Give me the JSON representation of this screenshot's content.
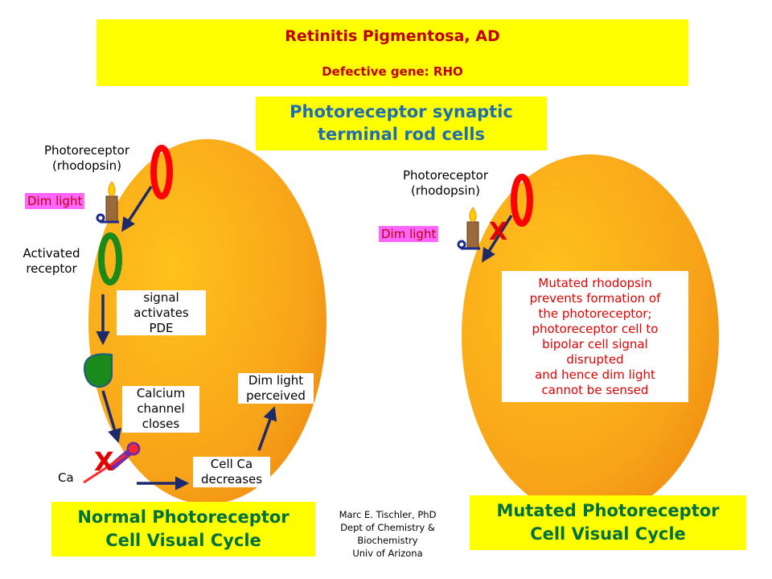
{
  "title": "Retinitis Pigmentosa, AD",
  "subtitle": "Defective gene: RHO",
  "header": [
    "Photoreceptor synaptic",
    "terminal rod cells"
  ],
  "normal": {
    "photoreceptor_label": [
      "Photoreceptor",
      "(rhodopsin)"
    ],
    "dim_light": "Dim light",
    "activated_label": [
      "Activated",
      "receptor"
    ],
    "signal_note": [
      "signal",
      "activates",
      "PDE"
    ],
    "calcium_note": [
      "Calcium",
      "channel",
      "closes"
    ],
    "ca_label": "Ca",
    "cell_ca_note": [
      "Cell Ca",
      "decreases"
    ],
    "perceived_note": [
      "Dim light",
      "perceived"
    ],
    "x_mark": "X",
    "caption": [
      "Normal Photoreceptor",
      "Cell Visual Cycle"
    ]
  },
  "mutated": {
    "photoreceptor_label": [
      "Photoreceptor",
      "(rhodopsin)"
    ],
    "dim_light": "Dim light",
    "x_mark": "X",
    "note": [
      "Mutated rhodopsin",
      "prevents formation of",
      "the photoreceptor;",
      "photoreceptor cell to",
      "bipolar cell signal",
      "disrupted",
      "and hence dim light",
      "cannot be sensed"
    ],
    "caption": [
      "Mutated Photoreceptor",
      "Cell Visual Cycle"
    ]
  },
  "credit": [
    "Marc E. Tischler, PhD",
    "Dept of Chemistry &",
    "Biochemistry",
    "Univ of Arizona"
  ],
  "colors": {
    "cell_fill": "#f7a21b",
    "banner": "#ffff00",
    "title_red": "#c00000",
    "header_blue": "#1f6fb0",
    "caption_green": "#00703c",
    "arrow": "#1c2a6b",
    "rhodopsin_red": "#ff0000",
    "activated_green": "#1a8a1a"
  }
}
